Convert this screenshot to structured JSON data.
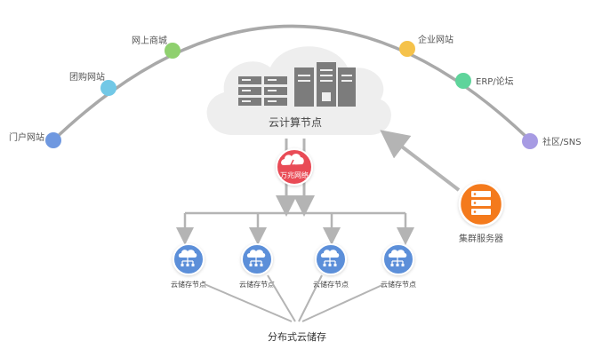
{
  "arc_nodes": [
    {
      "label": "门户网站",
      "color": "#6f98e0"
    },
    {
      "label": "团购网站",
      "color": "#72c8e6"
    },
    {
      "label": "网上商城",
      "color": "#8fd06e"
    },
    {
      "label": "企业网站",
      "color": "#f5c24a"
    },
    {
      "label": "ERP/论坛",
      "color": "#5fd49b"
    },
    {
      "label": "社区/SNS",
      "color": "#a79be3"
    }
  ],
  "cloud": {
    "label": "云计算节点"
  },
  "hub": {
    "label": "万兆网络",
    "color": "#e94b57"
  },
  "cluster": {
    "label": "集群服务器",
    "color": "#f47a1c"
  },
  "storage_nodes": [
    {
      "label": "云储存节点"
    },
    {
      "label": "云储存节点"
    },
    {
      "label": "云储存节点"
    },
    {
      "label": "云储存节点"
    }
  ],
  "bottom": {
    "label": "分布式云储存"
  },
  "colors": {
    "arc": "#a9a9a9",
    "node_blue": "#5b8fd9",
    "line": "#b4b4b4",
    "cloud": "#eeeeee",
    "server": "#7c7c7c"
  }
}
